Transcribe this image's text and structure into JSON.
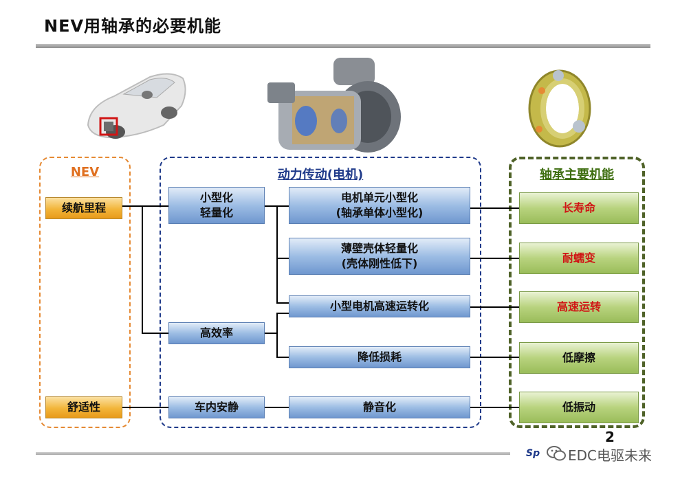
{
  "title": "NEV用轴承的必要机能",
  "groups": {
    "nev": "NEV",
    "drive": "动力传动(电机)",
    "bearing": "轴承主要机能"
  },
  "nev_items": [
    "续航里程",
    "舒适性"
  ],
  "req_items": [
    "小型化\n轻量化",
    "高效率",
    "车内安静"
  ],
  "drive_items": [
    "电机单元小型化\n(轴承单体小型化)",
    "薄壁壳体轻量化\n(壳体刚性低下)",
    "小型电机高速运转化",
    "降低损耗",
    "静音化"
  ],
  "bearing_items": [
    "长寿命",
    "耐蠕变",
    "高速运转",
    "低摩擦",
    "低振动"
  ],
  "page_number": "2",
  "watermark": "EDC电驱未来",
  "brand_fragment": "Sp",
  "colors": {
    "nev": "#e58a34",
    "drive": "#1f3a8a",
    "bearing": "#4f6228",
    "highlight": "#d01515"
  },
  "icons": [
    "car-icon",
    "motor-icon",
    "bearing-icon",
    "wechat-icon"
  ]
}
